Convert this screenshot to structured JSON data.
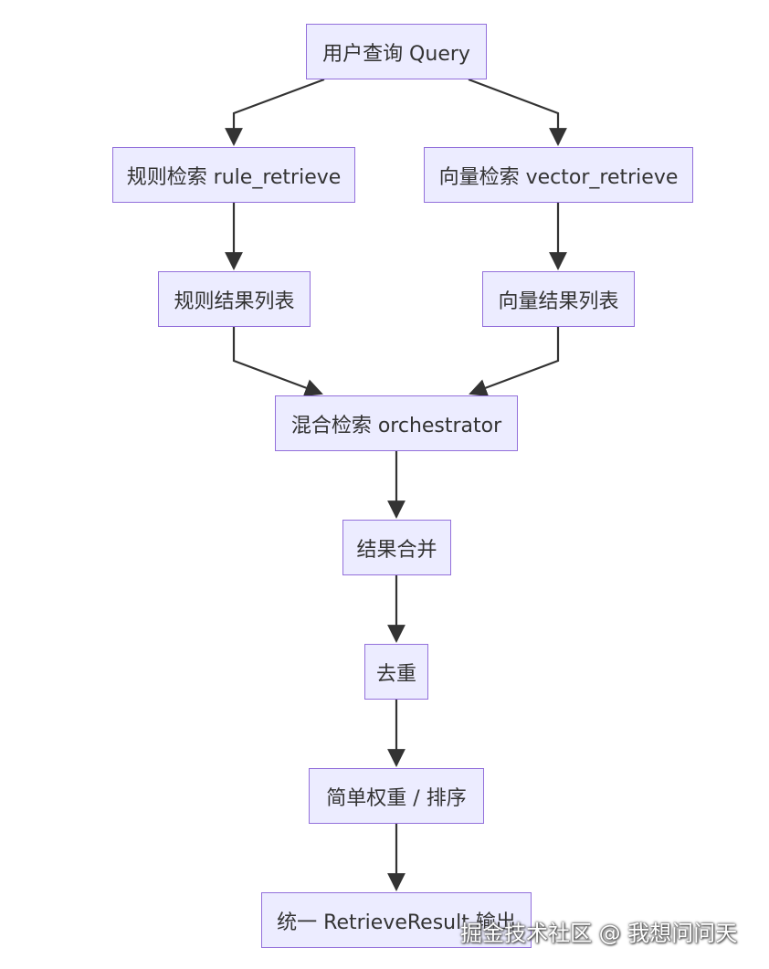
{
  "nodes": {
    "query": "用户查询 Query",
    "rule_retrieve": "规则检索 rule_retrieve",
    "vector_retrieve": "向量检索 vector_retrieve",
    "rule_results": "规则结果列表",
    "vector_results": "向量结果列表",
    "orchestrator": "混合检索 orchestrator",
    "merge": "结果合并",
    "dedupe": "去重",
    "rank": "简单权重 / 排序",
    "output": "统一 RetrieveResult 输出"
  },
  "watermark": "掘金技术社区 @ 我想问问天",
  "colors": {
    "node_fill": "#ececff",
    "node_border": "#9370db",
    "edge": "#333333",
    "text": "#333333"
  }
}
